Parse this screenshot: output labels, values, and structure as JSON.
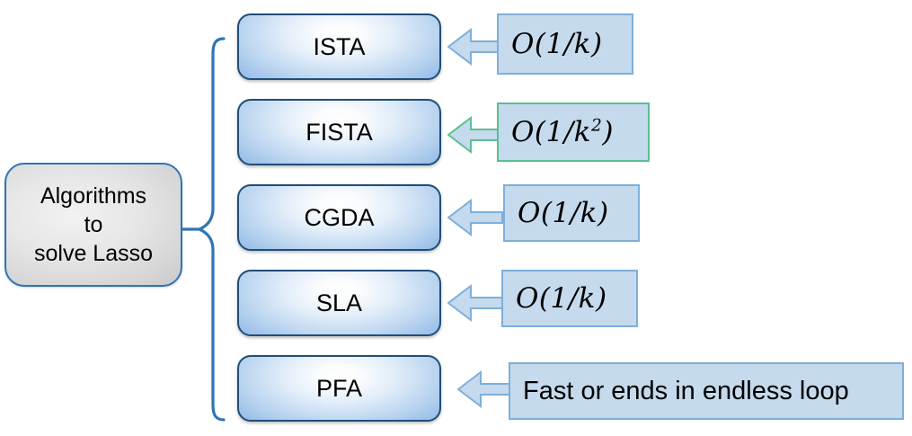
{
  "diagram": {
    "title_node": {
      "lines": [
        "Algorithms",
        "to",
        "solve Lasso"
      ],
      "fill_color": "#D3D3D3",
      "border_color": "#2E75B6"
    },
    "connector": {
      "type": "curly-brace",
      "color": "#2E75B6"
    },
    "algorithms": [
      {
        "name": "ISTA",
        "rate": "O(1/k)",
        "rate_base": "O(1/k)",
        "rate_exponent": "",
        "arrow_color": "#7EAFDA",
        "rate_box_fill": "#C5DAEC",
        "rate_box_border": "#7EAFDA",
        "rate_style": "math"
      },
      {
        "name": "FISTA",
        "rate": "O(1/k^2)",
        "rate_base": "O(1/k",
        "rate_exponent": "2",
        "rate_suffix": ")",
        "arrow_color": "#5CBE92",
        "rate_box_fill": "#C5DAEC",
        "rate_box_border": "#5CBE92",
        "rate_style": "math"
      },
      {
        "name": "CGDA",
        "rate": "O(1/k)",
        "rate_base": "O(1/k)",
        "rate_exponent": "",
        "arrow_color": "#7EAFDA",
        "rate_box_fill": "#C5DAEC",
        "rate_box_border": "#7EAFDA",
        "rate_style": "math"
      },
      {
        "name": "SLA",
        "rate": "O(1/k)",
        "rate_base": "O(1/k)",
        "rate_exponent": "",
        "arrow_color": "#7EAFDA",
        "rate_box_fill": "#C5DAEC",
        "rate_box_border": "#7EAFDA",
        "rate_style": "math"
      },
      {
        "name": "PFA",
        "rate": "Fast or ends in endless loop",
        "rate_base": "Fast or ends in endless loop",
        "rate_exponent": "",
        "arrow_color": "#7EAFDA",
        "rate_box_fill": "#C5DAEC",
        "rate_box_border": "#7EAFDA",
        "rate_style": "plain"
      }
    ]
  }
}
